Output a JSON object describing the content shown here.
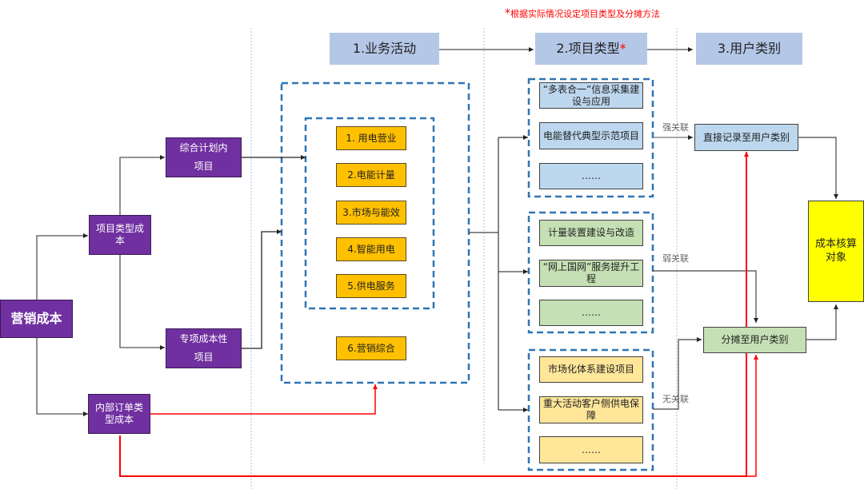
{
  "note": {
    "star": "*",
    "text": "根据实际情况设定项目类型及分摊方法"
  },
  "headers": {
    "business": "1.业务活动",
    "project_type": "2.项目类型",
    "project_type_star": "*",
    "user_category": "3.用户类别"
  },
  "left": {
    "root": "营销成本",
    "project_type_cost": "项目类型成本",
    "internal_order_cost": "内部订单类型成本",
    "plan_project_line1": "综合计划内",
    "plan_project_line2": "项目",
    "special_project_line1": "专项成本性",
    "special_project_line2": "项目"
  },
  "activities": [
    "1. 用电营业",
    "2.电能计量",
    "3.市场与能效",
    "4.智能用电",
    "5.供电服务"
  ],
  "activity_6": "6.营销综合",
  "project_groups": {
    "strong": [
      "“多表合一”信息采集建设与应用",
      "电能替代典型示范项目",
      "……"
    ],
    "weak": [
      "计量装置建设与改造",
      "“网上国网”服务提升工程",
      "……"
    ],
    "none": [
      "市场化体系建设项目",
      "重大活动客户侧供电保障",
      "……"
    ]
  },
  "edge_labels": {
    "strong": "强关联",
    "weak": "弱关联",
    "none": "无关联"
  },
  "user": {
    "direct": "直接记录至用户类别",
    "allocate": "分摊至用户类别",
    "cost_object": "成本核算对象"
  },
  "colors": {
    "purple": "#7030a0",
    "header_blue": "#b4c7e7",
    "orange": "#ffc000",
    "dashed_blue": "#2e75b6",
    "red_line": "#ff0000",
    "cost_object_yellow": "#ffff00"
  }
}
